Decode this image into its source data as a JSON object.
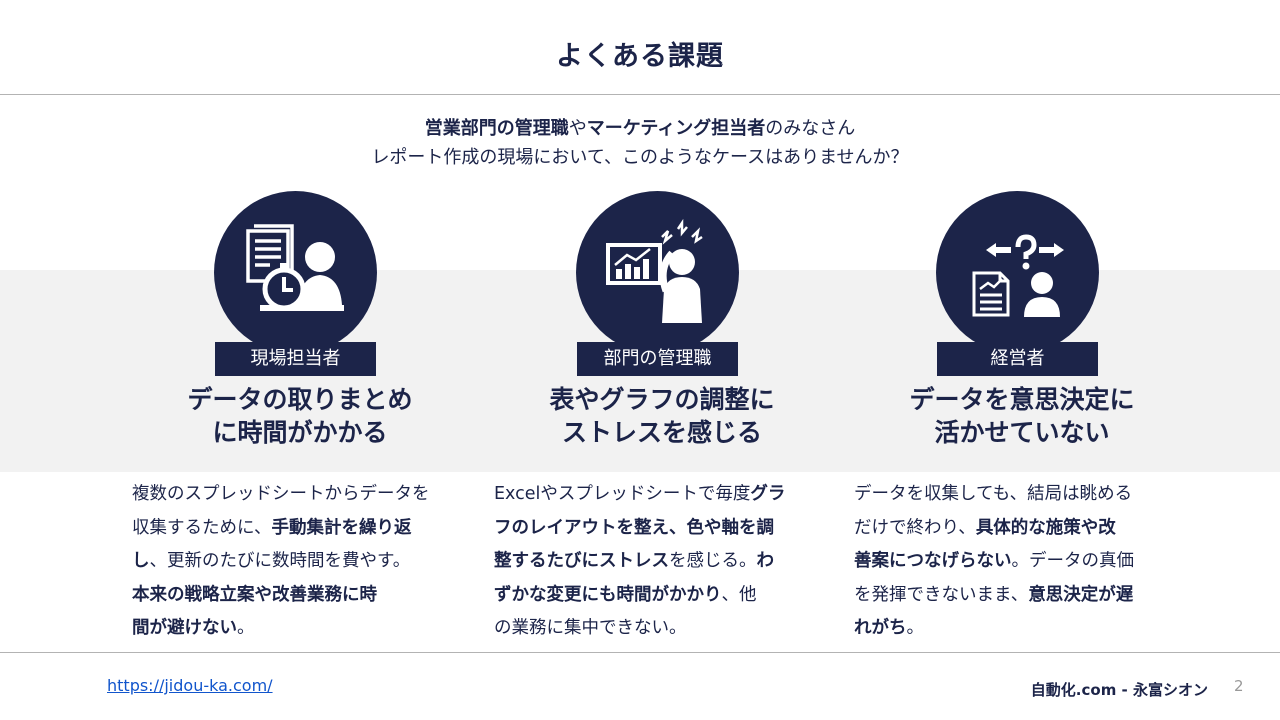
{
  "slide": {
    "title": "よくある課題",
    "intro": {
      "line1": [
        {
          "text": "営業部門の管理職",
          "bold": true
        },
        {
          "text": "や",
          "bold": false
        },
        {
          "text": "マーケティング担当者",
          "bold": true
        },
        {
          "text": "のみなさん",
          "bold": false
        }
      ],
      "line2": [
        {
          "text": "レポート作成の現場において、このようなケースはありませんか？",
          "bold": false
        }
      ]
    },
    "columns": [
      {
        "icon": "report-deadline-icon",
        "role": "現場担当者",
        "heading_line1": "データの取りまとめ",
        "heading_line2": "に時間がかかる",
        "desc_lines": [
          [
            {
              "text": "複数のスプレッドシートからデータを",
              "bold": false
            }
          ],
          [
            {
              "text": "収集するために、",
              "bold": false
            },
            {
              "text": "手動集計を繰り返",
              "bold": true
            }
          ],
          [
            {
              "text": "し",
              "bold": true
            },
            {
              "text": "、更新のたびに数時間を費やす。",
              "bold": false
            }
          ],
          [
            {
              "text": "本来の戦略立案や改善業務に時",
              "bold": true
            }
          ],
          [
            {
              "text": "間が避けない",
              "bold": true
            },
            {
              "text": "。",
              "bold": false
            }
          ]
        ]
      },
      {
        "icon": "stressed-person-chart-icon",
        "role": "部門の管理職",
        "heading_line1": "表やグラフの調整に",
        "heading_line2": "ストレスを感じる",
        "desc_lines": [
          [
            {
              "text": "Excelやスプレッドシートで毎度",
              "bold": false
            },
            {
              "text": "グラ",
              "bold": true
            }
          ],
          [
            {
              "text": "フのレイアウトを整え、色や軸を調",
              "bold": true
            }
          ],
          [
            {
              "text": "整するたびにストレス",
              "bold": true
            },
            {
              "text": "を感じる。",
              "bold": false
            },
            {
              "text": "わ",
              "bold": true
            }
          ],
          [
            {
              "text": "ずかな変更にも時間がかかり",
              "bold": true
            },
            {
              "text": "、他",
              "bold": false
            }
          ],
          [
            {
              "text": "の業務に集中できない。",
              "bold": false
            }
          ]
        ]
      },
      {
        "icon": "decision-question-icon",
        "role": "経営者",
        "heading_line1": "データを意思決定に",
        "heading_line2": "活かせていない",
        "desc_lines": [
          [
            {
              "text": "データを収集しても、結局は眺める",
              "bold": false
            }
          ],
          [
            {
              "text": "だけで終わり、",
              "bold": false
            },
            {
              "text": "具体的な施策や改",
              "bold": true
            }
          ],
          [
            {
              "text": "善案につなげらない",
              "bold": true
            },
            {
              "text": "。データの真価",
              "bold": false
            }
          ],
          [
            {
              "text": "を発揮できないまま、",
              "bold": false
            },
            {
              "text": "意思決定が遅",
              "bold": true
            }
          ],
          [
            {
              "text": "れがち",
              "bold": true
            },
            {
              "text": "。",
              "bold": false
            }
          ]
        ]
      }
    ]
  },
  "footer": {
    "link": "https://jidou-ka.com/",
    "author": "自動化.com - 永富シオン",
    "page": "2"
  },
  "colors": {
    "navy": "#1c2449",
    "band": "#f2f2f2",
    "link": "#1155cc",
    "rule": "#b3b3b3"
  }
}
